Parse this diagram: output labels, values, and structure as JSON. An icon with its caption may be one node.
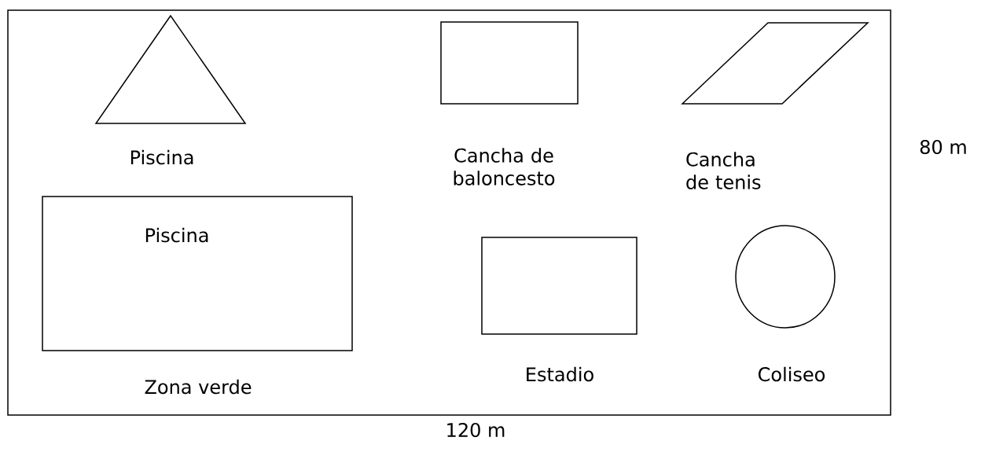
{
  "diagram": {
    "nodes": [
      {
        "text": [],
        "shape": "box"
      },
      {
        "text": [
          "Piscina"
        ],
        "in": 0
      },
      {
        "text": [
          "Cancha de baloncesto"
        ],
        "in": 0
      },
      {
        "text": [
          "Cancha de tenis"
        ],
        "in": 0
      },
      {
        "text": [
          "Piscina",
          "Zona verde"
        ],
        "in": 0
      },
      {
        "text": [
          "Estadio"
        ],
        "in": 0
      },
      {
        "text": [
          "Coliseo"
        ],
        "in": 0
      }
    ],
    "labels": [
      "80 m",
      "120 m"
    ]
  }
}
